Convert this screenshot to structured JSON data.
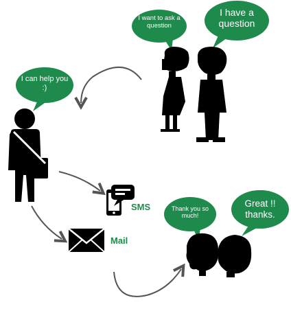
{
  "colors": {
    "bubble": "#1e8a4c",
    "figure": "#000000",
    "arrow_fill": "#ffffff",
    "arrow_stroke": "#555555",
    "label": "#1e8a4c"
  },
  "icons": {
    "sms": "phone-sms-icon",
    "mail": "envelope-icon"
  },
  "bubbles": {
    "ask": "I want to ask a question",
    "have_question": "I have a question",
    "help": "I can help you :)",
    "thank_you": "Thank you so much!",
    "great": "Great !! thanks."
  },
  "channels": {
    "sms_label": "SMS",
    "mail_label": "Mail"
  }
}
